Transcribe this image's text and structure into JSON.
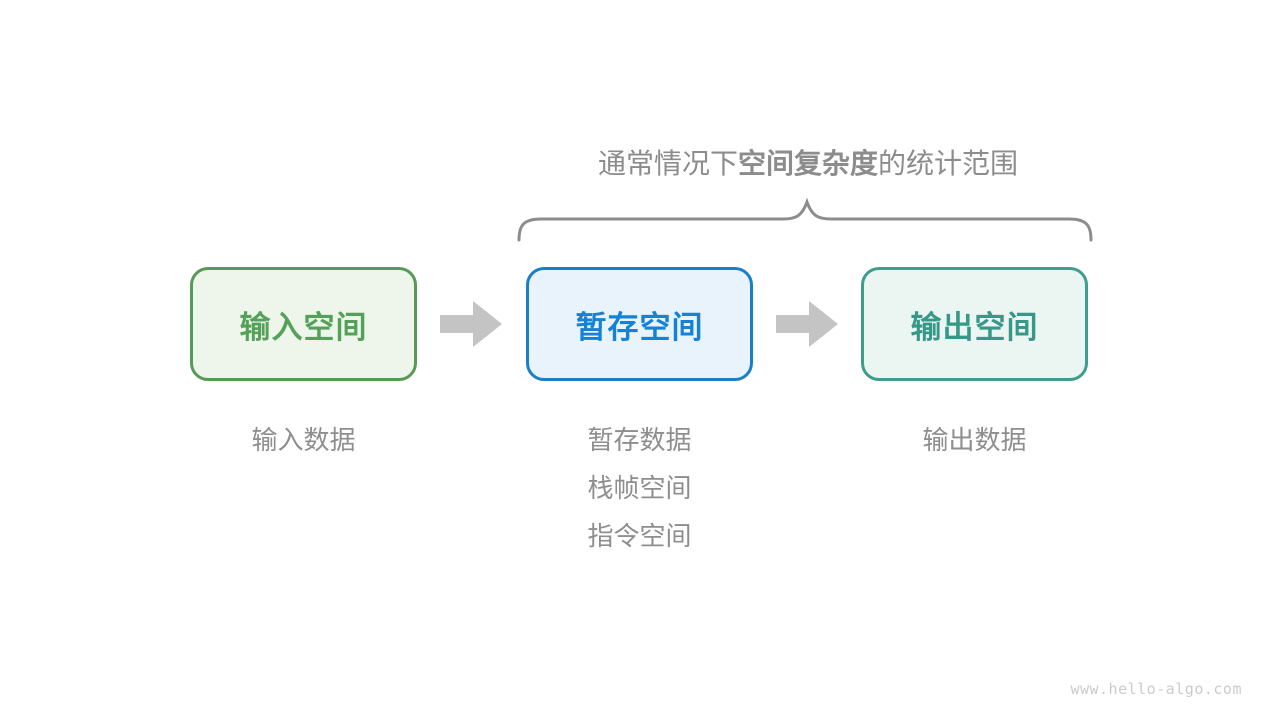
{
  "title": {
    "prefix": "通常情况下",
    "emphasis": "空间复杂度",
    "suffix": "的统计范围"
  },
  "boxes": [
    {
      "id": "input-space",
      "label": "输入空间",
      "border_color": "#579A57",
      "text_color": "#55A159",
      "fill_color": "#EEF6EC"
    },
    {
      "id": "temporary-space",
      "label": "暂存空间",
      "border_color": "#1B7EC9",
      "text_color": "#1682D6",
      "fill_color": "#E8F3FB"
    },
    {
      "id": "output-space",
      "label": "输出空间",
      "border_color": "#3F9D8E",
      "text_color": "#359888",
      "fill_color": "#EBF5F2"
    }
  ],
  "notes": [
    {
      "lines": [
        "输入数据"
      ]
    },
    {
      "lines": [
        "暂存数据",
        "栈帧空间",
        "指令空间"
      ]
    },
    {
      "lines": [
        "输出数据"
      ]
    }
  ],
  "watermark": "www.hello-algo.com",
  "colors": {
    "title_text": "#8C8C8C",
    "note_text": "#8E8E8E",
    "brace": "#8C8C8C",
    "arrow": "#C4C4C4",
    "watermark": "#CBCBCB",
    "background": "#FFFFFF"
  }
}
